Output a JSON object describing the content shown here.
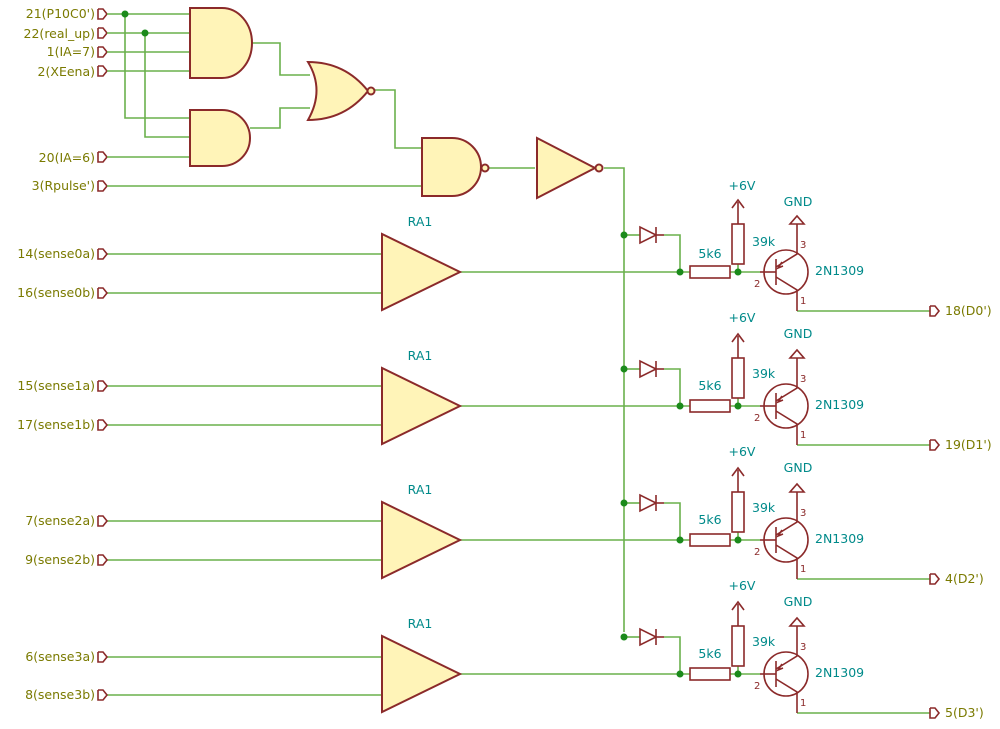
{
  "inputs": {
    "p10c0": "21(P10C0')",
    "real_up": "22(real_up)",
    "ia7": "1(IA=7)",
    "xeena": "2(XEena)",
    "ia6": "20(IA=6)",
    "rpulse": "3(Rpulse')",
    "s0a": "14(sense0a)",
    "s0b": "16(sense0b)",
    "s1a": "15(sense1a)",
    "s1b": "17(sense1b)",
    "s2a": "7(sense2a)",
    "s2b": "9(sense2b)",
    "s3a": "6(sense3a)",
    "s3b": "8(sense3b)"
  },
  "outputs": [
    "18(D0')",
    "19(D1')",
    "4(D2')",
    "5(D3')"
  ],
  "amp_label": "RA1",
  "r_series": "5k6",
  "r_pullup": "39k",
  "transistor": "2N1309",
  "supply": "+6V",
  "ground": "GND",
  "pins": {
    "base": "2",
    "emitter": "3",
    "collector": "1"
  },
  "colors": {
    "wire": "#6ab04c",
    "junction": "#1b8a1b",
    "symbol_fill": "#fff4b8",
    "symbol_line": "#8b2a2a",
    "pin_label": "#7a7a00",
    "ref_label": "#008a8a"
  }
}
